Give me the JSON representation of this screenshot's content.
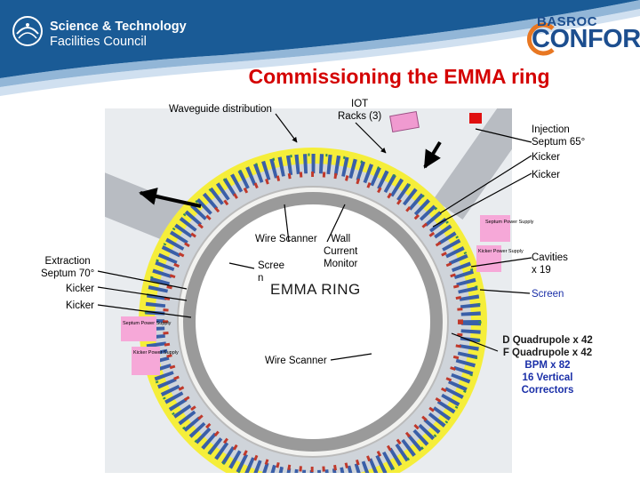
{
  "header": {
    "org_name_line1": "Science & Technology",
    "org_name_line2": "Facilities Council",
    "partner_logo_top": "BASROC",
    "partner_logo_main": "CONFORM"
  },
  "slide_title": "Commissioning the EMMA ring",
  "ring_name": "EMMA RING",
  "labels": {
    "waveguide": "Waveguide distribution",
    "iot_line1": "IOT",
    "iot_line2": "Racks (3)",
    "injection_line1": "Injection",
    "injection_line2": "Septum 65°",
    "kicker_right_1": "Kicker",
    "kicker_right_2": "Kicker",
    "extraction_line1": "Extraction",
    "extraction_line2": "Septum 70°",
    "kicker_left_1": "Kicker",
    "kicker_left_2": "Kicker",
    "wire_scanner_top": "Wire Scanner",
    "wall_line1": "Wall",
    "wall_line2": "Current",
    "wall_line3": "Monitor",
    "screen_inner_line1": "Scree",
    "screen_inner_line2": "n",
    "cavities_line1": "Cavities",
    "cavities_line2": "x 19",
    "screen_right": "Screen",
    "wire_scanner_bottom": "Wire Scanner",
    "magnets_line1": "D Quadrupole x 42",
    "magnets_line2": "F Quadrupole x 42",
    "magnets_line3": "BPM x 82",
    "magnets_line4": "16 Vertical",
    "magnets_line5": "Correctors"
  },
  "small_labels": {
    "septum_ps_right": "Septum Power Supply",
    "kicker_ps_right": "Kicker Power Supply",
    "septum_ps_left": "Septum Power Supply",
    "kicker_ps_left": "Kicker Power Supply"
  },
  "colors": {
    "header_blue": "#1a5b96",
    "title_red": "#d40000",
    "ring_yellow": "#f5ee3a",
    "label_blue": "#1a2fa8",
    "partner_blue": "#1c4e8f",
    "partner_orange": "#e87722"
  }
}
